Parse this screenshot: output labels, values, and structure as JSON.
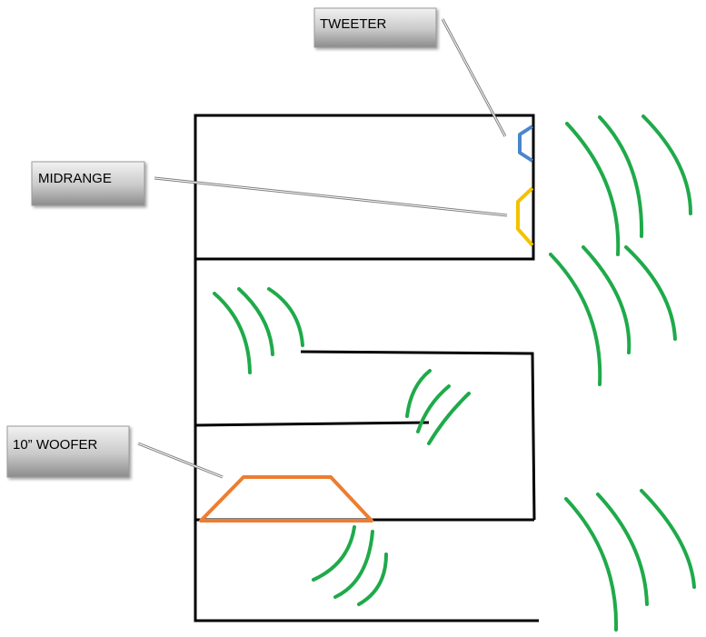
{
  "labels": {
    "tweeter": "TWEETER",
    "midrange": "MIDRANGE",
    "woofer": "10” WOOFER"
  },
  "colors": {
    "cabinet": "#000000",
    "tweeter": "#4a86c8",
    "midrange": "#f2c200",
    "woofer": "#ed7d31",
    "sound_waves": "#1faa4a",
    "leader_line": "#7f7f7f",
    "label_box_top": "#f2f2f2",
    "label_box_bottom": "#8c8c8c"
  }
}
